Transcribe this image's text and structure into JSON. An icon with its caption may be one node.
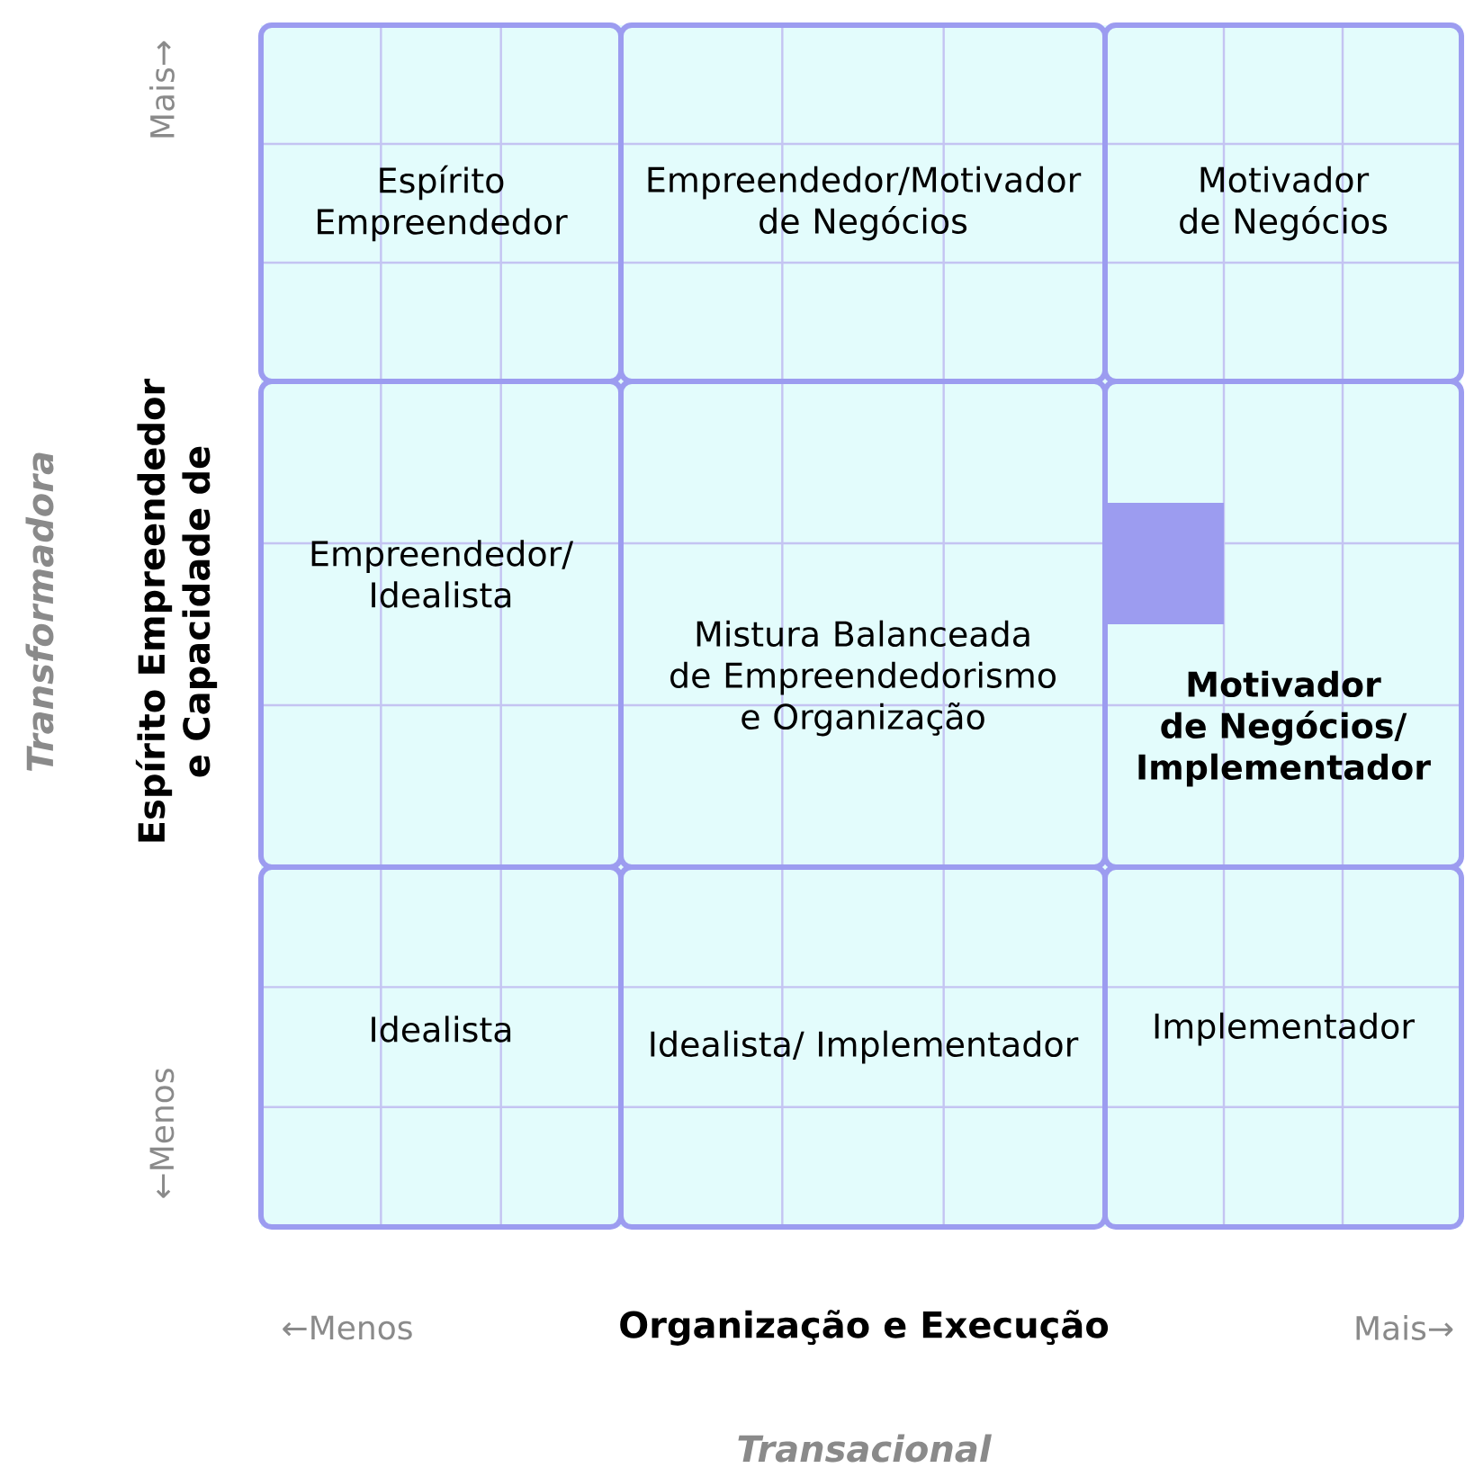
{
  "diagram": {
    "nodes": [
      {
        "text": [
          "Espírito Empreendedor"
        ]
      },
      {
        "text": [
          "Empreendedor/Motivador de Negócios"
        ]
      },
      {
        "text": [
          "Motivador de Negócios"
        ]
      },
      {
        "text": [
          "Empreendedor/ Idealista"
        ]
      },
      {
        "text": [
          "Mistura Balanceada de Empreendedorismo e Organização"
        ]
      },
      {
        "text": [
          "Motivador de Negócios/ Implementador"
        ]
      },
      {
        "text": [
          "Idealista"
        ]
      },
      {
        "text": [
          "Idealista/ Implementador"
        ]
      },
      {
        "text": [
          "Implementador"
        ]
      }
    ],
    "labels": [
      "Mais→",
      "Transformadora",
      "Espírito Empreendedor e Capacidade de",
      "←Menos",
      "←Menos",
      "Organização e Execução",
      "Mais→",
      "Transacional"
    ]
  }
}
